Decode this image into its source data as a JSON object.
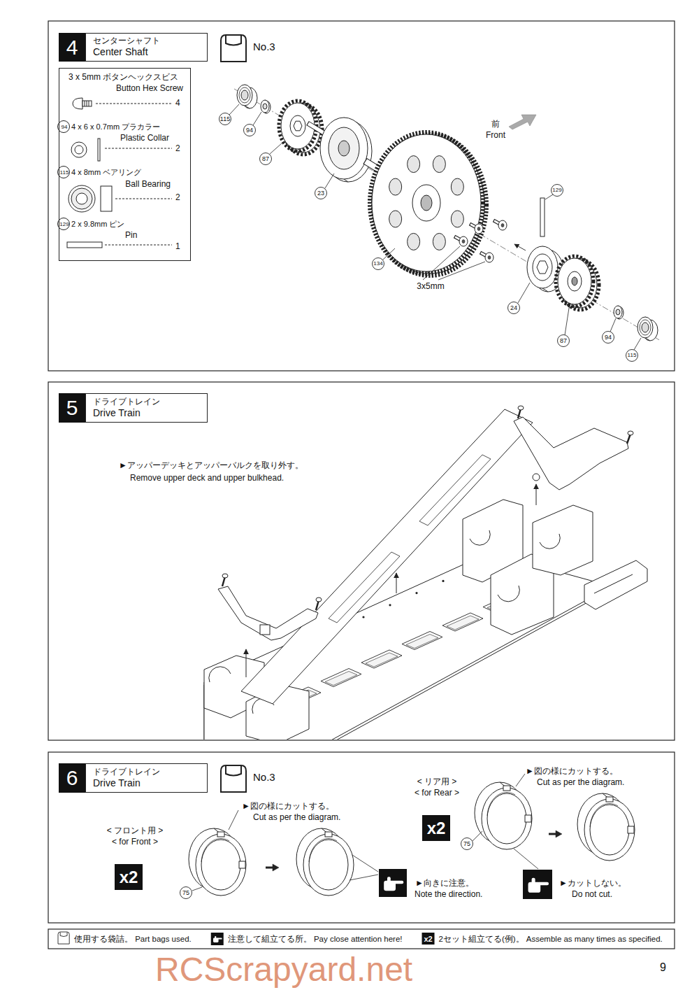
{
  "diagram": {
    "nodes": [
      {
        "text": [
          "4"
        ]
      },
      {
        "text": [
          "センターシャフト",
          "Center Shaft"
        ]
      },
      {
        "text": [
          "3 x 5mm ボタンヘックスビス",
          "Button Hex Screw",
          "4",
          "94",
          "4 x 6 x 0.7mm プラカラー",
          "Plastic Collar",
          "2",
          "115",
          "4 x 8mm ベアリング",
          "Ball Bearing",
          "2",
          "129",
          "2 x 9.8mm ピン",
          "Pin",
          "1"
        ]
      },
      {
        "text": [
          "5"
        ]
      },
      {
        "text": [
          "ドライブトレイン",
          "Drive Train"
        ]
      },
      {
        "text": [
          "6"
        ]
      },
      {
        "text": [
          "ドライブトレイン",
          "Drive Train"
        ]
      },
      {
        "text": [
          "x2"
        ]
      },
      {
        "text": [
          "x2"
        ]
      }
    ],
    "labels": [
      "115",
      "94",
      "87",
      "23",
      "134",
      "129",
      "24",
      "87",
      "94",
      "115",
      "3x5mm",
      "前",
      "Front",
      "No.3",
      "►アッパーデッキとアッパーバルクを取り外す。",
      "Remove upper deck and upper bulkhead.",
      "No.3",
      "< リア用 >",
      "< for Rear >",
      "►図の様にカットする。",
      "Cut as per the diagram.",
      "►図の様にカットする。",
      "Cut as per the diagram.",
      "< フロント用 >",
      "< for Front >",
      "75",
      "75",
      "►向きに注意。",
      "Note the direction.",
      "►カットしない。",
      "Do not cut.",
      "x2",
      "9",
      "RCScrapyard.net"
    ],
    "legend": [
      {
        "text": "使用する袋詰。 Part bags used."
      },
      {
        "text": "注意して組立てる所。 Pay close attention here!"
      },
      {
        "text": "2セット組立てる(例)。 Assemble as many times as specified."
      }
    ]
  }
}
